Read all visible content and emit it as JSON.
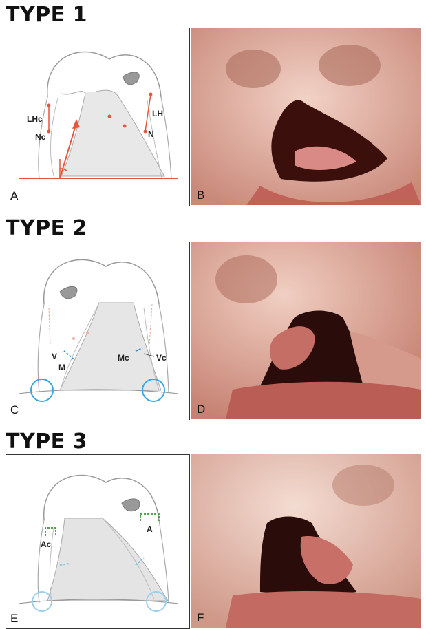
{
  "sections": [
    {
      "title": "TYPE 1",
      "diagram_letter": "A",
      "photo_letter": "B",
      "labels": [
        "LHc",
        "Nc",
        "LH",
        "N"
      ]
    },
    {
      "title": "TYPE 2",
      "diagram_letter": "C",
      "photo_letter": "D",
      "labels": [
        "V",
        "M",
        "Mc",
        "Vc"
      ]
    },
    {
      "title": "TYPE 3",
      "diagram_letter": "E",
      "photo_letter": "F",
      "labels": [
        "Ac",
        "A"
      ]
    }
  ],
  "colors": {
    "landmark_red": "#e8533a",
    "muscle_blue": "#2a8fd6",
    "circle_blue": "#3aa6e0",
    "measure_green": "#3a9a3a",
    "skin": "#e3b6a8",
    "cleft_dark": "#2a0d0a"
  }
}
